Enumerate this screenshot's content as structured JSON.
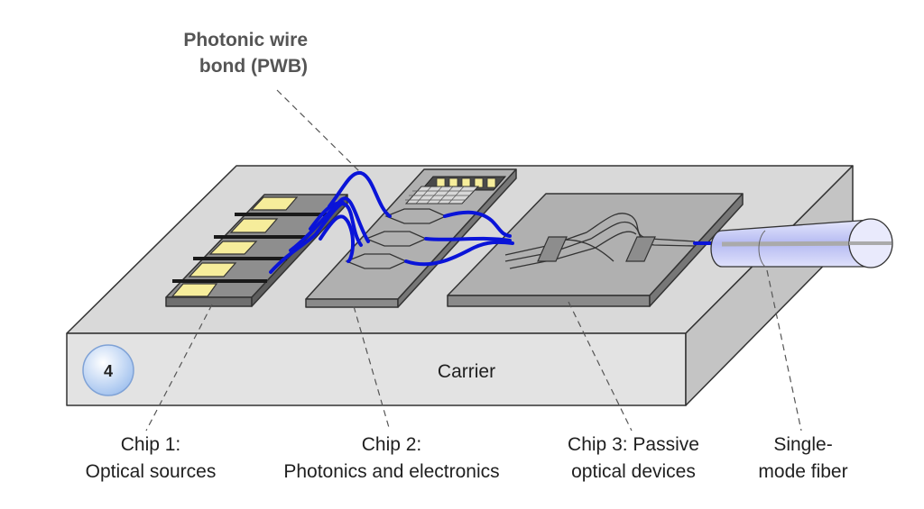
{
  "labels": {
    "pwb_line1": "Photonic wire",
    "pwb_line2": "bond (PWB)",
    "carrier": "Carrier",
    "badge_number": "4",
    "chip1_line1": "Chip 1:",
    "chip1_line2": "Optical sources",
    "chip2_line1": "Chip 2:",
    "chip2_line2": "Photonics and electronics",
    "chip3_line1": "Chip 3: Passive",
    "chip3_line2": "optical devices",
    "fiber_line1": "Single-",
    "fiber_line2": "mode fiber"
  },
  "colors": {
    "carrier_top": "#d9d9d9",
    "carrier_front": "#e3e3e3",
    "carrier_side": "#c4c4c4",
    "chip_gray": "#a9a9a9",
    "chip_dark": "#7a7a7a",
    "pad_yellow": "#f6ed9b",
    "pwb_blue": "#0a14d8",
    "fiber_blue": "#b9bdf4",
    "badge_blue": "#c9dcf7"
  }
}
